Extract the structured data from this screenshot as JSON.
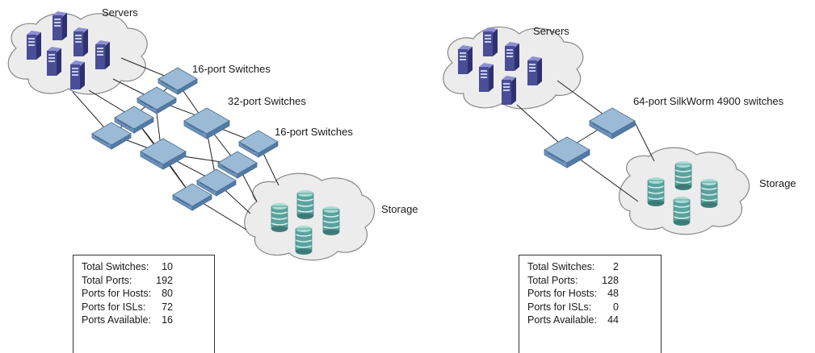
{
  "diagram_left": {
    "servers_label": "Servers",
    "switch_label_a": "16-port Switches",
    "switch_label_b": "32-port Switches",
    "switch_label_c": "16-port Switches",
    "storage_label": "Storage",
    "stats": [
      {
        "label": "Total Switches:",
        "value": "10"
      },
      {
        "label": "Total Ports:",
        "value": "192"
      },
      {
        "label": "Ports for Hosts:",
        "value": "80"
      },
      {
        "label": "Ports for ISLs:",
        "value": "72"
      },
      {
        "label": "Ports Available:",
        "value": "16"
      }
    ]
  },
  "diagram_right": {
    "servers_label": "Servers",
    "switch_label": "64-port SilkWorm 4900 switches",
    "storage_label": "Storage",
    "stats": [
      {
        "label": "Total Switches:",
        "value": "2"
      },
      {
        "label": "Total Ports:",
        "value": "128"
      },
      {
        "label": "Ports for Hosts:",
        "value": "48"
      },
      {
        "label": "Ports for ISLs:",
        "value": "0"
      },
      {
        "label": "Ports Available:",
        "value": "44"
      }
    ]
  },
  "colors": {
    "cloud_fill": "#ececec",
    "server": "#4a4e96",
    "switch": "#8fb2d0",
    "storage": "#5aa39e",
    "link": "#222222"
  }
}
